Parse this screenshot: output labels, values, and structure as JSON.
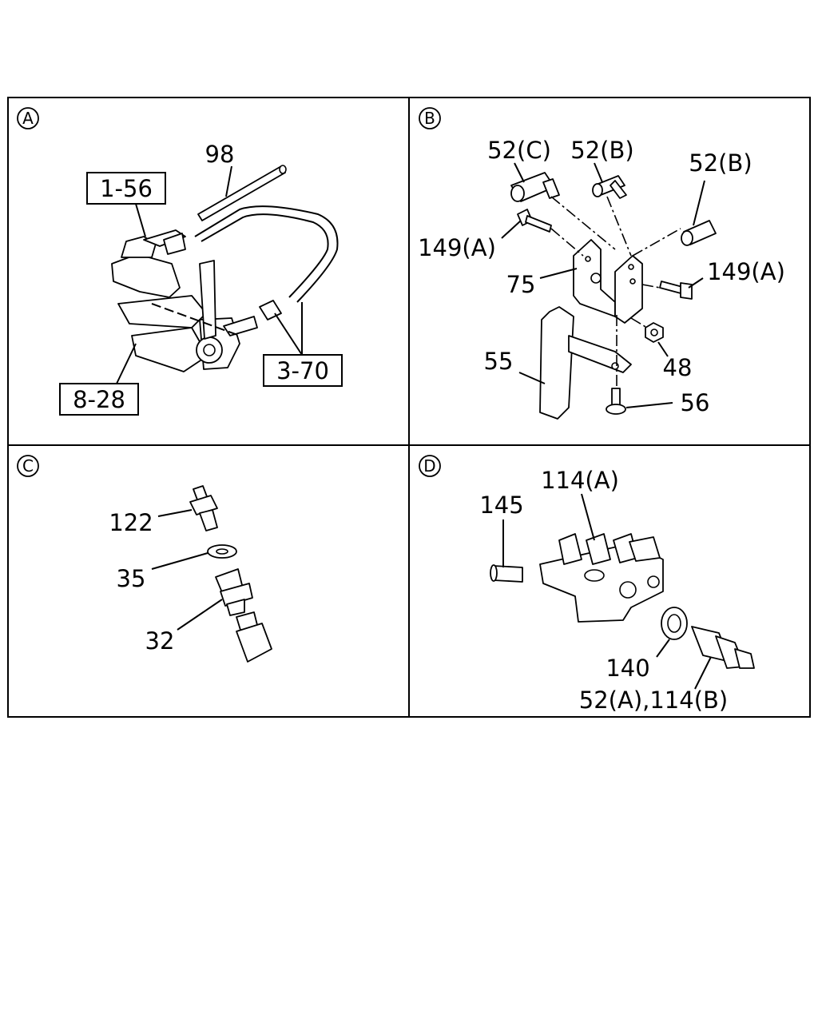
{
  "panels": {
    "A": {
      "label": "A",
      "callouts": {
        "p98": "98",
        "boxed_1_56": "1-56",
        "boxed_3_70": "3-70",
        "boxed_8_28": "8-28"
      }
    },
    "B": {
      "label": "B",
      "callouts": {
        "p52c": "52(C)",
        "p52b_1": "52(B)",
        "p52b_2": "52(B)",
        "p149a_1": "149(A)",
        "p149a_2": "149(A)",
        "p75": "75",
        "p55": "55",
        "p48": "48",
        "p56": "56"
      }
    },
    "C": {
      "label": "C",
      "callouts": {
        "p122": "122",
        "p35": "35",
        "p32": "32"
      }
    },
    "D": {
      "label": "D",
      "callouts": {
        "p114a": "114(A)",
        "p145": "145",
        "p140": "140",
        "p52a_114b": "52(A),114(B)"
      }
    }
  }
}
